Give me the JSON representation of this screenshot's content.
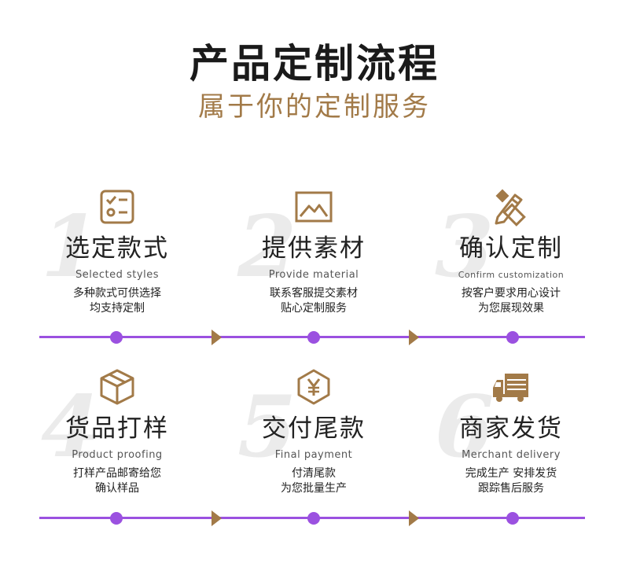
{
  "header": {
    "title": "产品定制流程",
    "subtitle": "属于你的定制服务"
  },
  "colors": {
    "accent": "#a27a48",
    "timeline": "#9b51e0",
    "number": "#ebebeb"
  },
  "steps": [
    {
      "number": "1",
      "title": "选定款式",
      "english": "Selected styles",
      "desc_line1": "多种款式可供选择",
      "desc_line2": "均支持定制",
      "icon": "checklist-icon"
    },
    {
      "number": "2",
      "title": "提供素材",
      "english": "Provide material",
      "desc_line1": "联系客服提交素材",
      "desc_line2": "贴心定制服务",
      "icon": "image-icon"
    },
    {
      "number": "3",
      "title": "确认定制",
      "english": "Confirm customization",
      "desc_line1": "按客户要求用心设计",
      "desc_line2": "为您展现效果",
      "icon": "pencil-ruler-icon"
    },
    {
      "number": "4",
      "title": "货品打样",
      "english": "Product proofing",
      "desc_line1": "打样产品邮寄给您",
      "desc_line2": "确认样品",
      "icon": "package-icon"
    },
    {
      "number": "5",
      "title": "交付尾款",
      "english": "Final payment",
      "desc_line1": "付清尾款",
      "desc_line2": "为您批量生产",
      "icon": "yen-icon"
    },
    {
      "number": "6",
      "title": "商家发货",
      "english": "Merchant delivery",
      "desc_line1": "完成生产 安排发货",
      "desc_line2": "跟踪售后服务",
      "icon": "truck-icon"
    }
  ]
}
